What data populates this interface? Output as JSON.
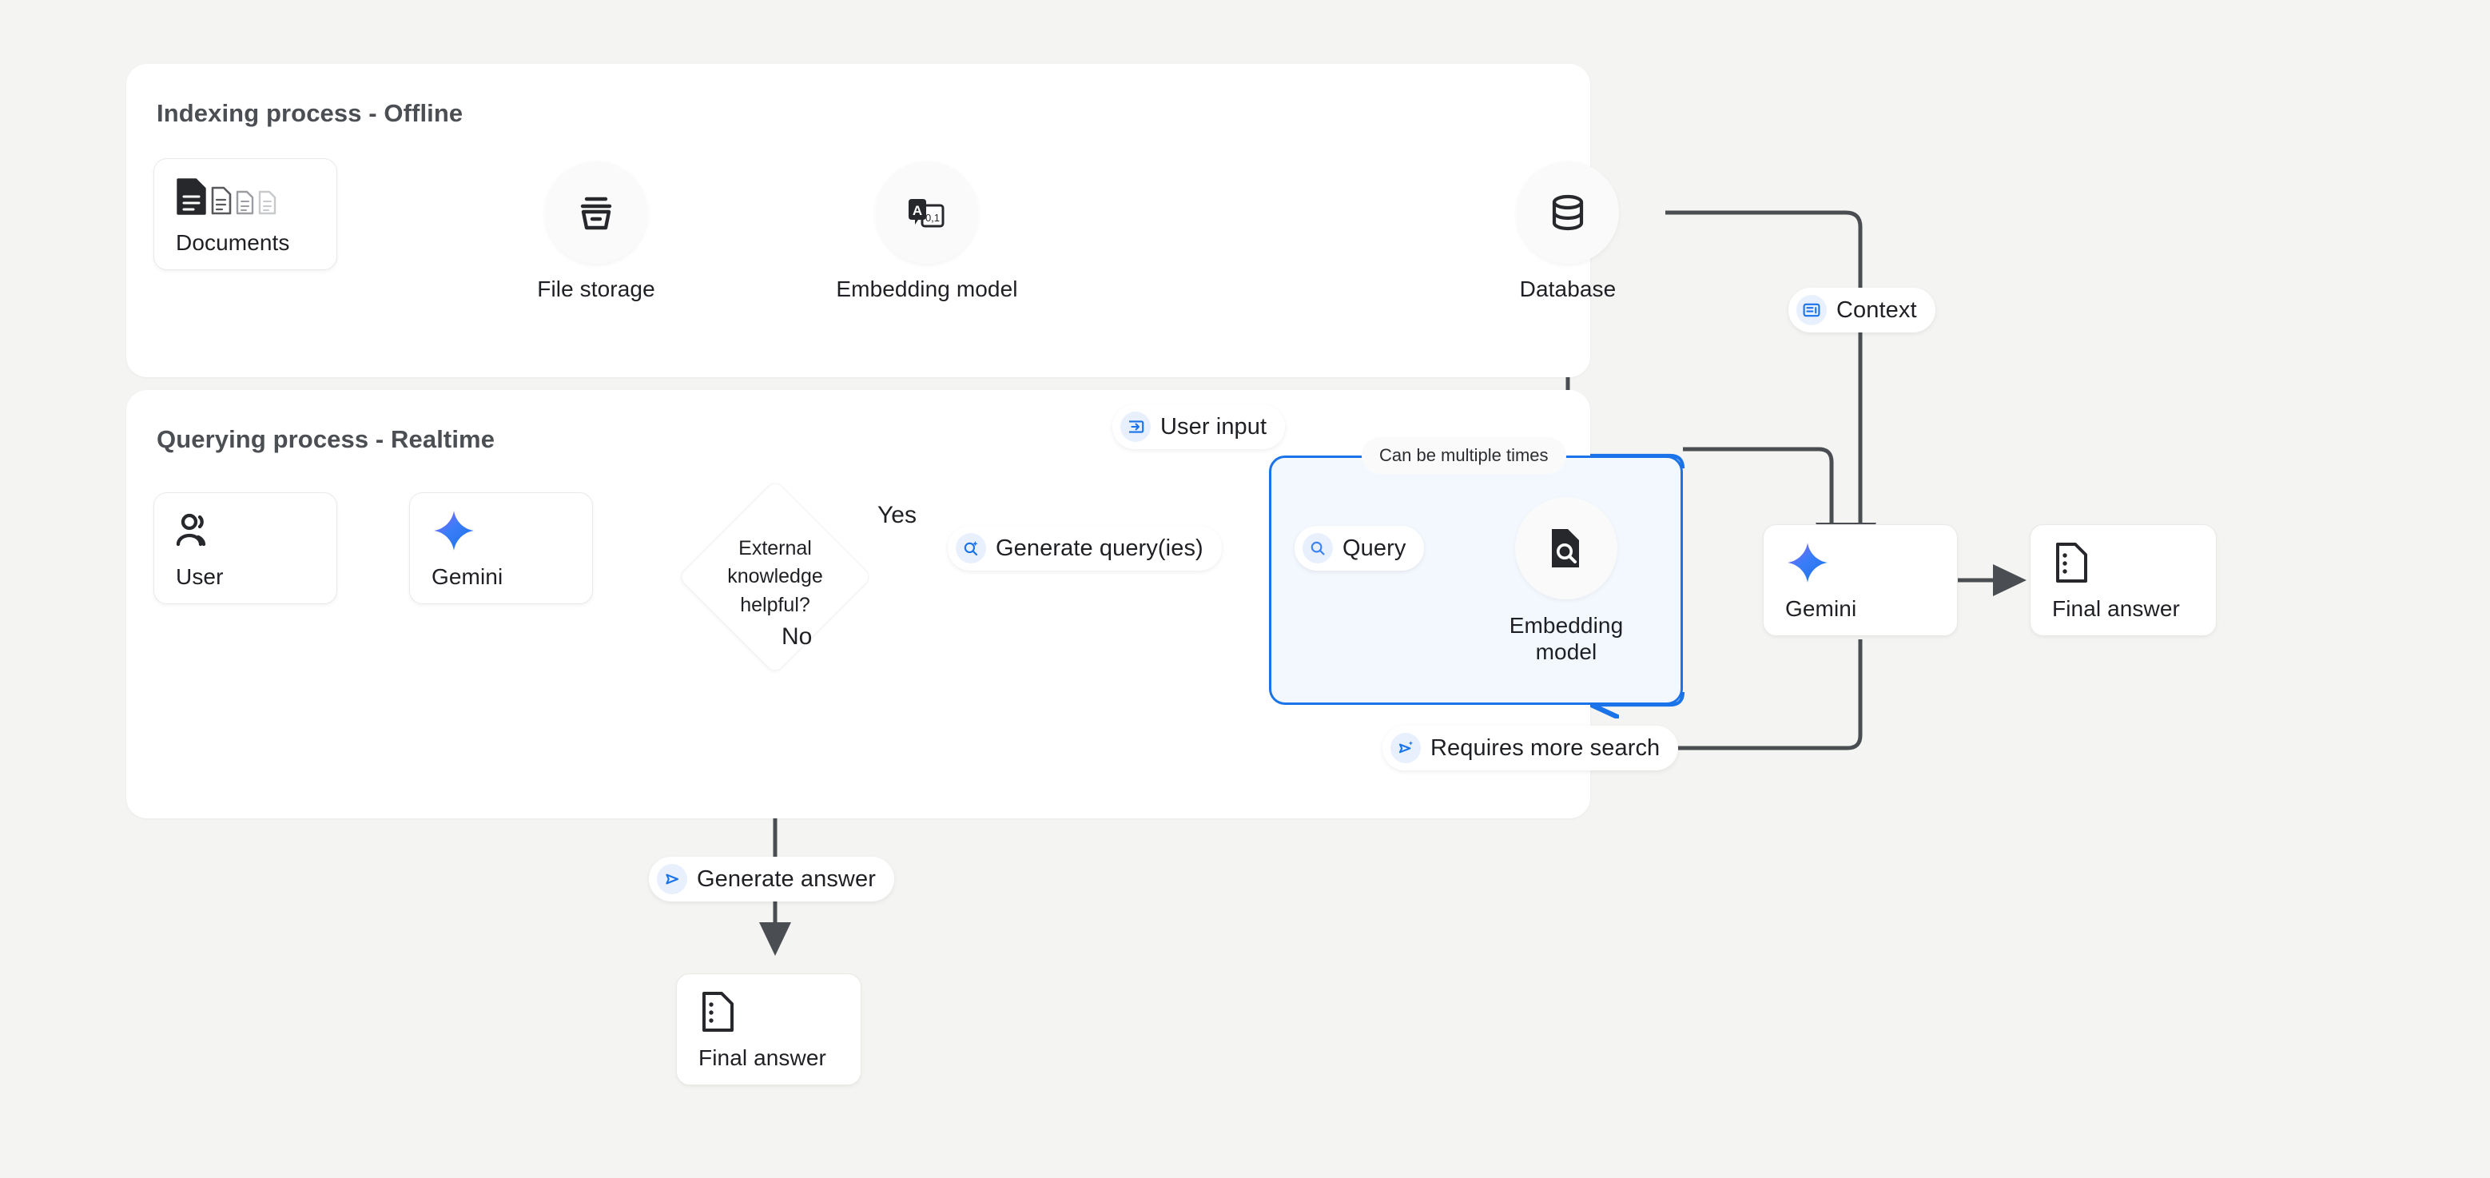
{
  "diagram": {
    "title_indexing": "Indexing process - Offline",
    "title_querying": "Querying process - Realtime"
  },
  "colors": {
    "background": "#f4f4f2",
    "panel": "#ffffff",
    "wire": "#4a4d52",
    "loop_accent": "#1a73e8",
    "loop_fill": "#f3f8fe",
    "badge_icon_bg": "#e8f0fe",
    "gemini_gradient_start": "#9b5cf6",
    "gemini_gradient_end": "#1a73e8"
  },
  "indexing": {
    "nodes": [
      {
        "id": "documents",
        "label": "Documents",
        "icon": "documents-icon"
      },
      {
        "id": "file-storage",
        "label": "File storage",
        "icon": "archive-box-icon"
      },
      {
        "id": "embedding-model",
        "label": "Embedding model",
        "icon": "translate-embedding-icon"
      },
      {
        "id": "database",
        "label": "Database",
        "icon": "database-icon"
      }
    ]
  },
  "querying": {
    "nodes": [
      {
        "id": "user",
        "label": "User",
        "icon": "people-icon"
      },
      {
        "id": "gemini-1",
        "label": "Gemini",
        "icon": "gemini-sparkle-icon"
      },
      {
        "id": "embedding-model-2",
        "label": "Embedding model",
        "icon": "document-search-icon"
      },
      {
        "id": "gemini-2",
        "label": "Gemini",
        "icon": "gemini-sparkle-icon"
      },
      {
        "id": "final-answer-top",
        "label": "Final answer",
        "icon": "answer-doc-icon"
      },
      {
        "id": "final-answer-bottom",
        "label": "Final answer",
        "icon": "answer-doc-icon"
      }
    ],
    "decision": {
      "line1": "External",
      "line2": "knowledge",
      "line3": "helpful?"
    },
    "edge_labels": {
      "yes": "Yes",
      "no": "No",
      "loop_note": "Can be multiple times"
    },
    "badges": [
      {
        "id": "context",
        "label": "Context",
        "icon": "context-card-icon"
      },
      {
        "id": "user-input",
        "label": "User input",
        "icon": "login-arrow-icon"
      },
      {
        "id": "generate-queries",
        "label": "Generate query(ies)",
        "icon": "search-sparkle-icon"
      },
      {
        "id": "query",
        "label": "Query",
        "icon": "magnifier-icon"
      },
      {
        "id": "requires-more-search",
        "label": "Requires more search",
        "icon": "send-sparkle-icon"
      },
      {
        "id": "generate-answer",
        "label": "Generate answer",
        "icon": "send-icon"
      }
    ]
  }
}
